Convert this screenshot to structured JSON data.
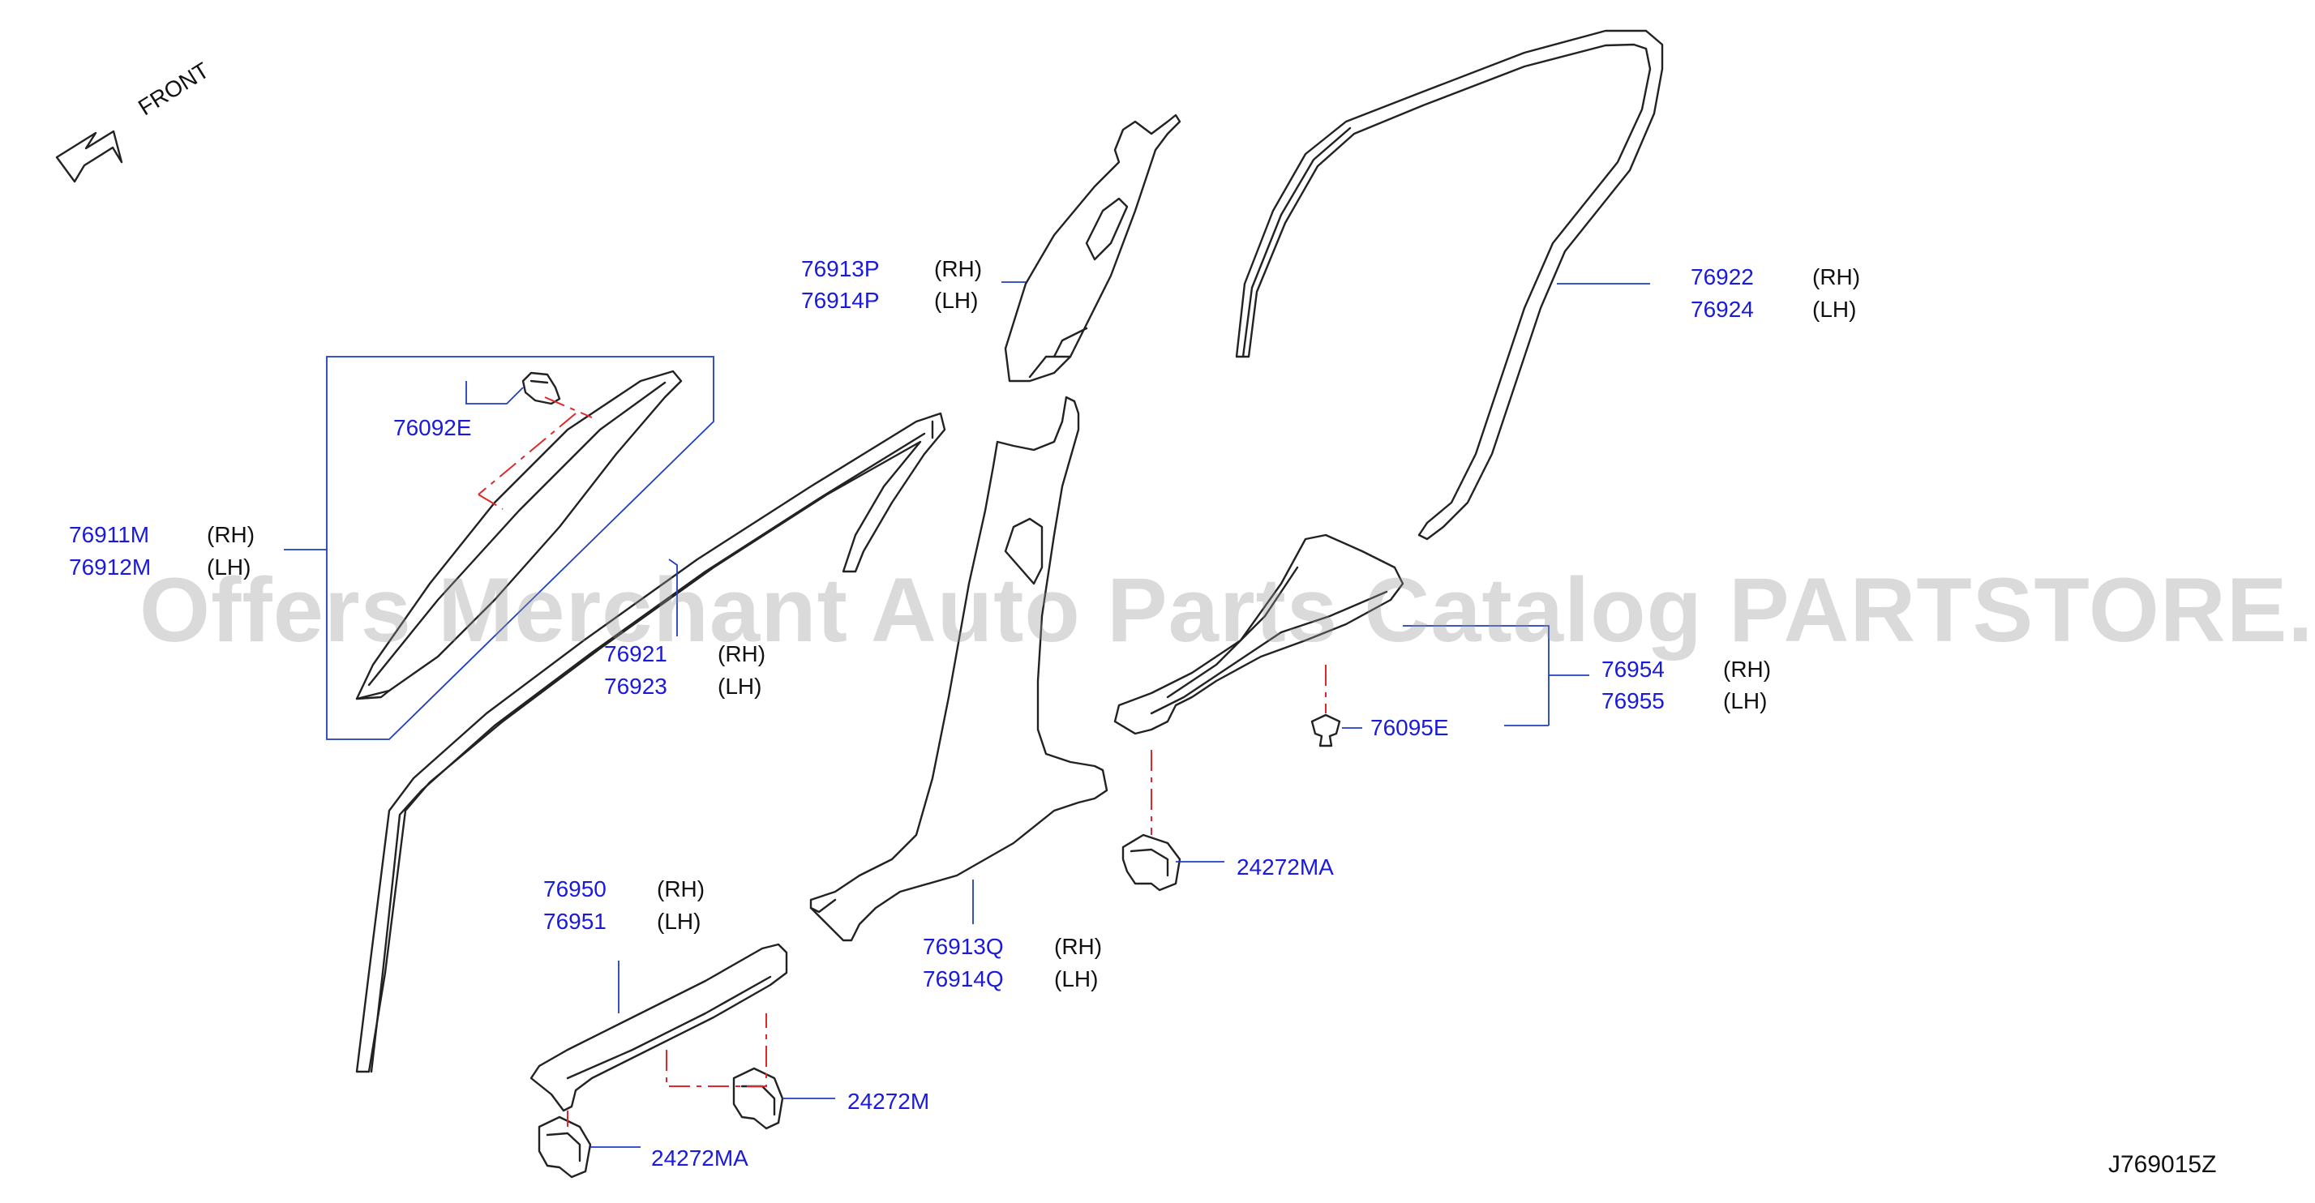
{
  "watermark": "Offers Merchant Auto Parts Catalog PARTSTORE.SA",
  "diagram_code": "J769015Z",
  "front_label": "FRONT",
  "colors": {
    "part_number": "#1a1adc",
    "leader": "#1f3fbf",
    "dash": "#e0282b",
    "outline": "#222222"
  },
  "parts": [
    {
      "number": "76913P",
      "side": "(RH)"
    },
    {
      "number": "76914P",
      "side": "(LH)"
    },
    {
      "number": "76922",
      "side": "(RH)"
    },
    {
      "number": "76924",
      "side": "(LH)"
    },
    {
      "number": "76092E",
      "side": ""
    },
    {
      "number": "76911M",
      "side": "(RH)"
    },
    {
      "number": "76912M",
      "side": "(LH)"
    },
    {
      "number": "76921",
      "side": "(RH)"
    },
    {
      "number": "76923",
      "side": "(LH)"
    },
    {
      "number": "76954",
      "side": "(RH)"
    },
    {
      "number": "76955",
      "side": "(LH)"
    },
    {
      "number": "76095E",
      "side": ""
    },
    {
      "number": "24272MA",
      "side": ""
    },
    {
      "number": "76950",
      "side": "(RH)"
    },
    {
      "number": "76951",
      "side": "(LH)"
    },
    {
      "number": "76913Q",
      "side": "(RH)"
    },
    {
      "number": "76914Q",
      "side": "(LH)"
    },
    {
      "number": "24272M",
      "side": ""
    },
    {
      "number": "24272MA",
      "side": ""
    }
  ]
}
